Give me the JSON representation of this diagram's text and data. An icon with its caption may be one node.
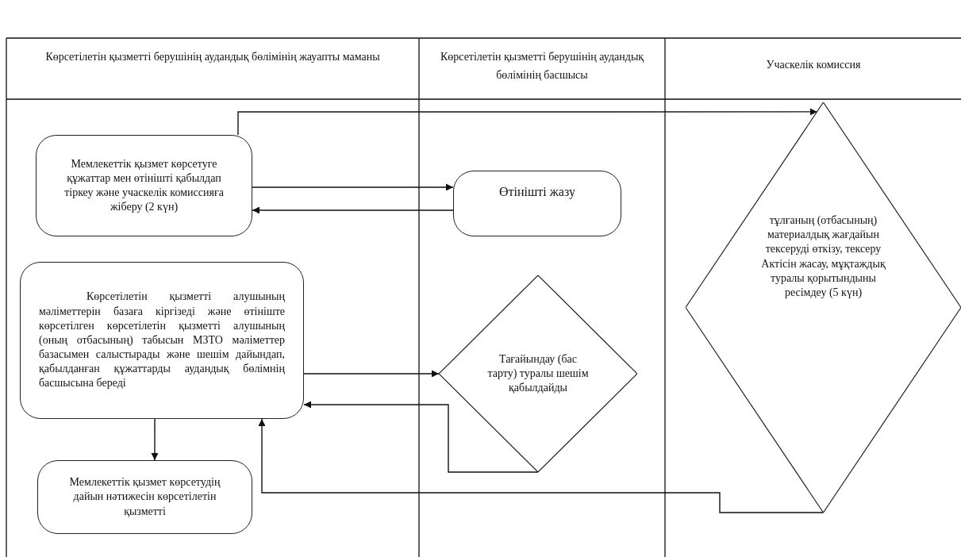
{
  "diagram": {
    "nodes": [
      {
        "text": [
          "Мемлекеттік қызмет көрсетуге құжаттар мен өтінішті қабылдап тіркеу және учаскелік комиссияға жіберу  (2 күн)"
        ]
      },
      {
        "text": [
          "Өтінішті жазу"
        ]
      },
      {
        "text": [
          "Көрсетілетін қызметті алушының мәліметтерін базаға кіргізеді және өтініште көрсетілген көрсетілетін қызметті алушының (оның отбасының) табысын МЗТО мәліметтер базасымен салыстырады және шешім дайындап, қабылданған құжаттарды аудандық бөлімнің басшысына береді"
        ]
      },
      {
        "text": [
          "Мемлекеттік қызмет көрсетудің дайын нәтижесін көрсетілетін қызметті"
        ]
      },
      {
        "text": [
          "Тағайындау (бас тарту) туралы шешім қабылдайды"
        ]
      },
      {
        "text": [
          "тұлғаның (отбасының) материалдық жағдайын тексеруді өткізу, тексеру Актісін жасау, мұқтаждық туралы қорытындыны ресімдеу (5 күн)"
        ]
      }
    ],
    "edges": [
      {
        "from": 0,
        "to": 5,
        "arrow": "to"
      },
      {
        "from": 0,
        "to": 1,
        "arrow": "to"
      },
      {
        "from": 1,
        "to": 0,
        "arrow": "to"
      },
      {
        "from": 2,
        "to": 4,
        "arrow": "to"
      },
      {
        "from": 4,
        "to": 2,
        "arrow": "to"
      },
      {
        "from": 5,
        "to": 2,
        "arrow": "to"
      },
      {
        "from": 2,
        "to": 3,
        "arrow": "to"
      }
    ],
    "labels": [
      "Көрсетілетін қызметті берушінің аудандық бөлімінің жауапты маманы",
      "Көрсетілетін қызметті берушінің аудандық бөлімінің басшысы",
      "Учаскелік комиссия"
    ]
  }
}
